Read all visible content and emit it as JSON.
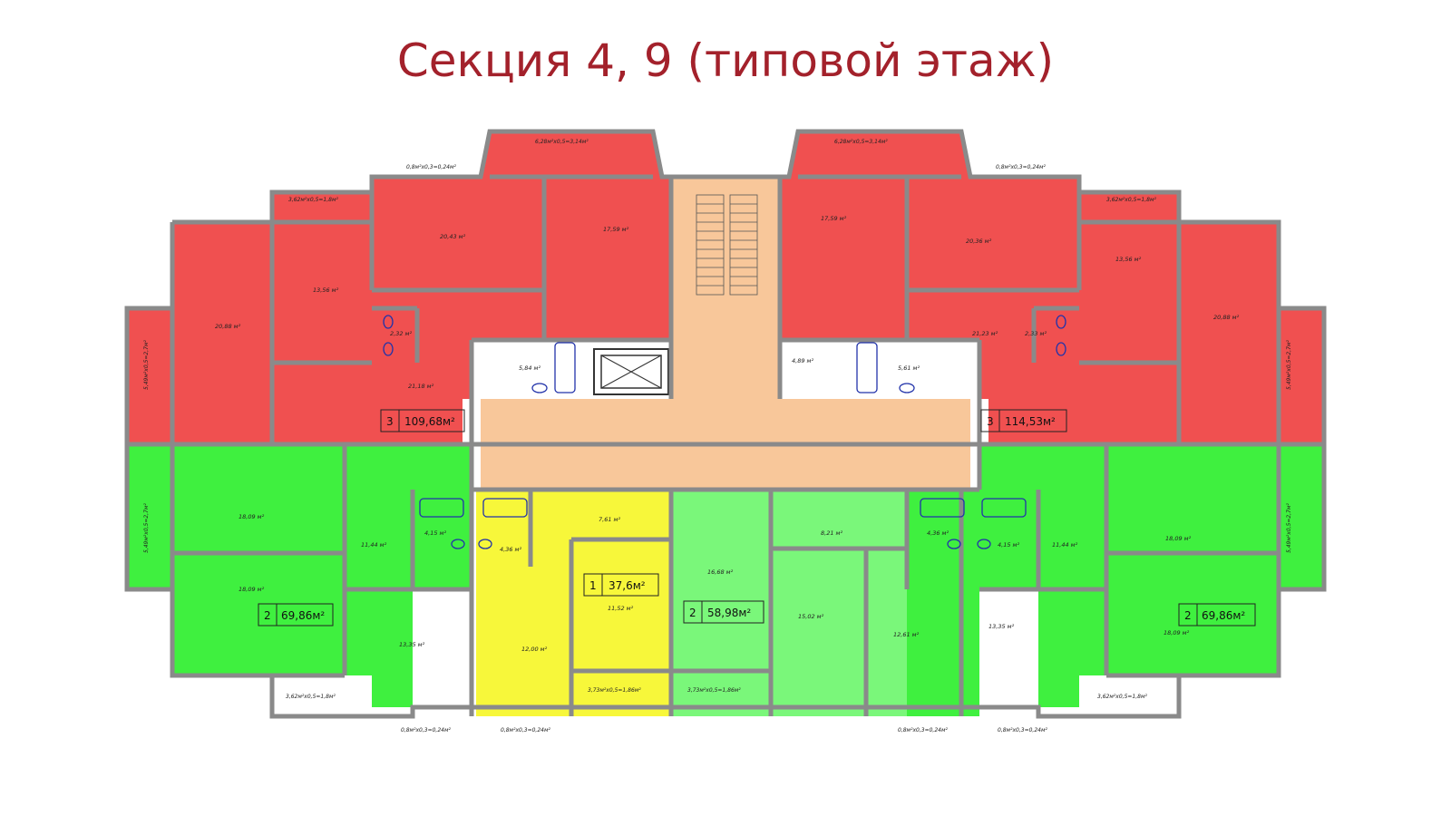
{
  "title": "Секция 4, 9 (типовой этаж)",
  "colors": {
    "three_room": "#f05050",
    "two_room_a": "#3ff03f",
    "two_room_b": "#7af77a",
    "one_room": "#f7f73a",
    "common": "#f8c79a",
    "wall": "#8a8a8a",
    "title": "#a3212b"
  },
  "apartments": {
    "left_red": {
      "rooms": "3",
      "area": "109,68м²"
    },
    "right_red": {
      "rooms": "3",
      "area": "114,53м²"
    },
    "left_green": {
      "rooms": "2",
      "area": "69,86м²"
    },
    "yellow": {
      "rooms": "1",
      "area": "37,6м²"
    },
    "mid_green": {
      "rooms": "2",
      "area": "58,98м²"
    },
    "right_green": {
      "rooms": "2",
      "area": "69,86м²"
    }
  },
  "room_labels": {
    "l_bay_top": "6,28м²х0,5=3,14м²",
    "r_bay_top": "6,28м²х0,5=3,14м²",
    "l_small_balc": "0,8м²х0,3=0,24м²",
    "r_small_balc": "0,8м²х0,3=0,24м²",
    "l_balc_top": "3,62м²х0,5=1,8м²",
    "r_balc_top": "3,62м²х0,5=1,8м²",
    "l_2043": "20,43 м²",
    "l_1759": "17,59 м²",
    "r_1759": "17,59 м²",
    "r_2036": "20,36 м²",
    "l_1356": "13,56 м²",
    "r_1356": "13,56 м²",
    "l_2088": "20,88 м²",
    "r_2088": "20,88 м²",
    "l_side_top": "5,49м²х0,5=2,7м²",
    "r_side_top": "5,49м²х0,5=2,7м²",
    "l_232": "2,32 м²",
    "r_233": "2,33 м²",
    "l_2118": "21,18 м²",
    "r_2123": "21,23 м²",
    "l_584": "5,84 м²",
    "r_489": "4,89 м²",
    "r_561": "5,61 м²",
    "l_1609": "18,09 м²",
    "l_1144": "11,44 м²",
    "l_415": "4,15 м²",
    "y_436": "4,36 м²",
    "y_761": "7,61 м²",
    "g_1668": "16,68 м²",
    "g_821": "8,21 м²",
    "r_436": "4,36 м²",
    "r_415": "4,15 м²",
    "r_1144": "11,44 м²",
    "r_1609": "18,09 м²",
    "l_side_bot": "5,49м²х0,5=2,7м²",
    "r_side_bot": "5,49м²х0,5=2,7м²",
    "l_1809": "18,09 м²",
    "y_1152": "11,52 м²",
    "l_1335": "13,35 м²",
    "y_1200": "12,00 м²",
    "g_1502": "15,02 м²",
    "g_1261": "12,61 м²",
    "r_1335": "13,35 м²",
    "r_1809": "18,09 м²",
    "l_balc_bot": "3,62м²х0,5=1,8м²",
    "y_balc_bot": "3,73м²х0,5=1,86м²",
    "g_balc_bot": "3,73м²х0,5=1,86м²",
    "r_balc_bot": "3,62м²х0,5=1,8м²",
    "l_small_bot": "0,8м²х0,3=0,24м²",
    "y_small_bot": "0,8м²х0,3=0,24м²",
    "g_small_bot": "0,8м²х0,3=0,24м²",
    "r_small_bot": "0,8м²х0,3=0,24м²"
  }
}
